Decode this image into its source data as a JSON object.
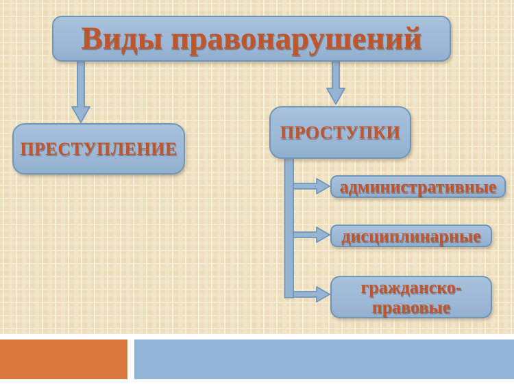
{
  "diagram": {
    "title": "Виды правонарушений",
    "branches": [
      {
        "id": "crime",
        "label": "ПРЕСТУПЛЕНИЕ",
        "children": []
      },
      {
        "id": "misdemeanors",
        "label": "ПРОСТУПКИ",
        "children": [
          {
            "id": "administrative",
            "label": "административные"
          },
          {
            "id": "disciplinary",
            "label": "дисциплинарные"
          },
          {
            "id": "civil",
            "label": "гражданско-правовые"
          }
        ]
      }
    ]
  },
  "colors": {
    "background": "#ecdcba",
    "node_fill": "#9db9d7",
    "node_border": "#6e96ba",
    "text": "#c0542a",
    "footer_orange": "#d9783f",
    "footer_blue": "#93b5d5",
    "footer_background": "#ffffff"
  }
}
